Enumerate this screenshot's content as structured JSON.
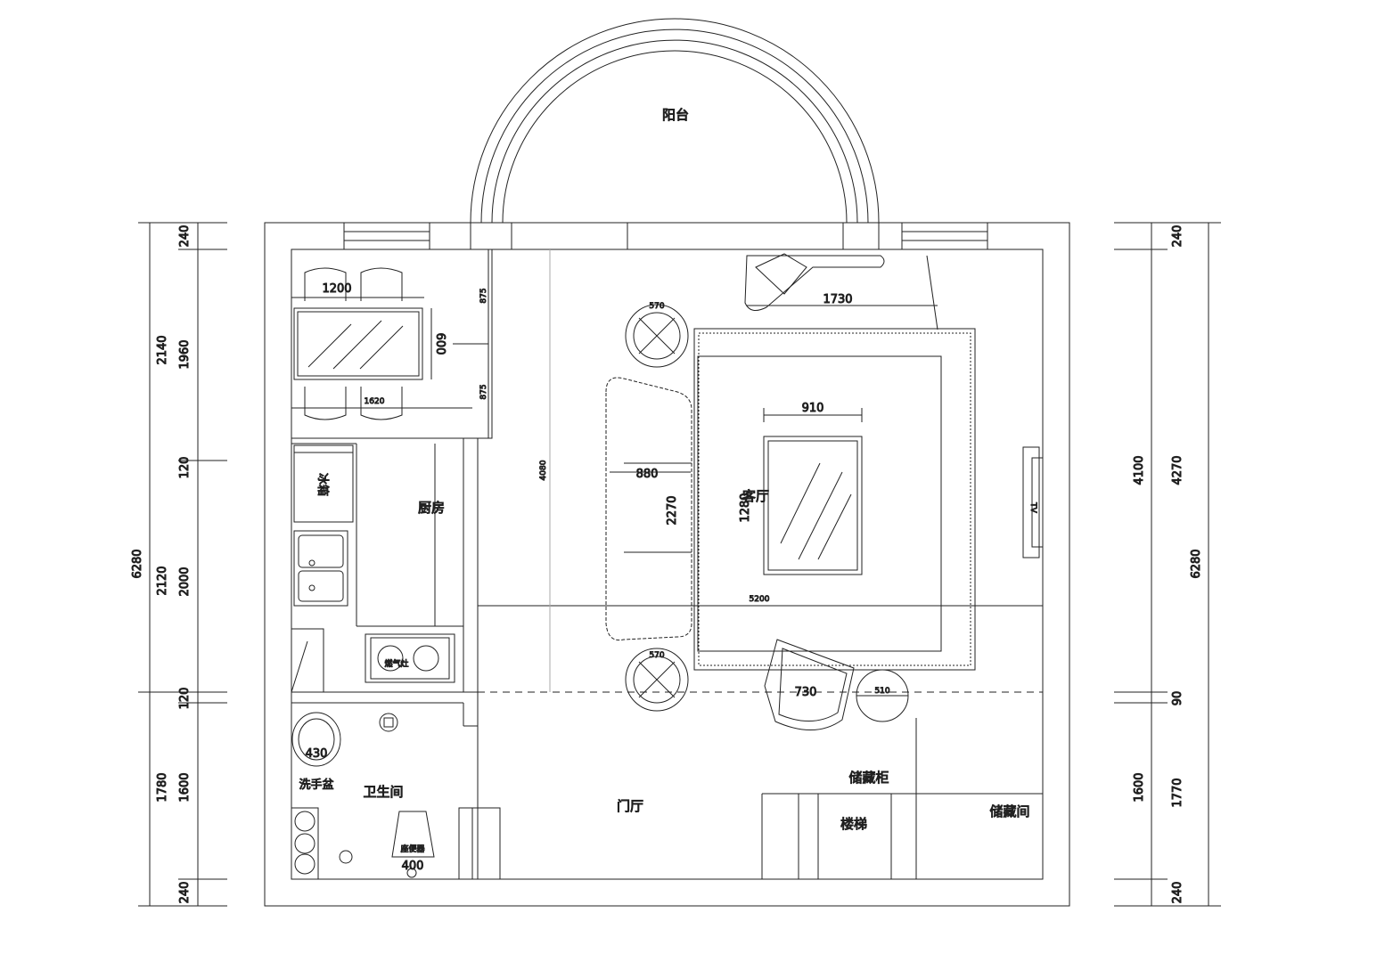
{
  "rooms": {
    "balcony": "阳台",
    "kitchen": "厨房",
    "living": "客厅",
    "bathroom": "卫生间",
    "foyer": "门厅",
    "storage_cabinet": "储藏柜",
    "stairs": "楼梯",
    "storage_room": "储藏间"
  },
  "fixtures": {
    "fridge": "冰箱",
    "basin": "洗手盆",
    "toilet": "座便器",
    "stove": "燃气灶",
    "tv": "TV"
  },
  "dimensions": {
    "left_outer": {
      "total": "6280",
      "top": "2140",
      "bottom": "1780"
    },
    "left_inner": {
      "a": "240",
      "b": "1960",
      "c": "120",
      "d": "2000",
      "e": "120",
      "f": "1600",
      "g": "240"
    },
    "left_mid": "2120",
    "right_outer": {
      "total": "6280",
      "a": "4100"
    },
    "right_inner": {
      "a": "240",
      "b": "4270",
      "c": "90",
      "d": "1600",
      "e": "1770",
      "f": "240"
    },
    "dining_table_w": "1200",
    "dining_table_d": "600",
    "dining_lower": "1620",
    "dining_side_a": "875",
    "dining_side_b": "875",
    "living_top": "1730",
    "coffee_table_w": "910",
    "coffee_table_h": "1280",
    "sofa_len": "2270",
    "sofa_depth": "880",
    "living_span": "5200",
    "wall_run": "4080",
    "armchair": "730",
    "side_table_a": "570",
    "side_table_b": "570",
    "stool": "510",
    "basin_dim": "430",
    "toilet_dim": "400"
  }
}
